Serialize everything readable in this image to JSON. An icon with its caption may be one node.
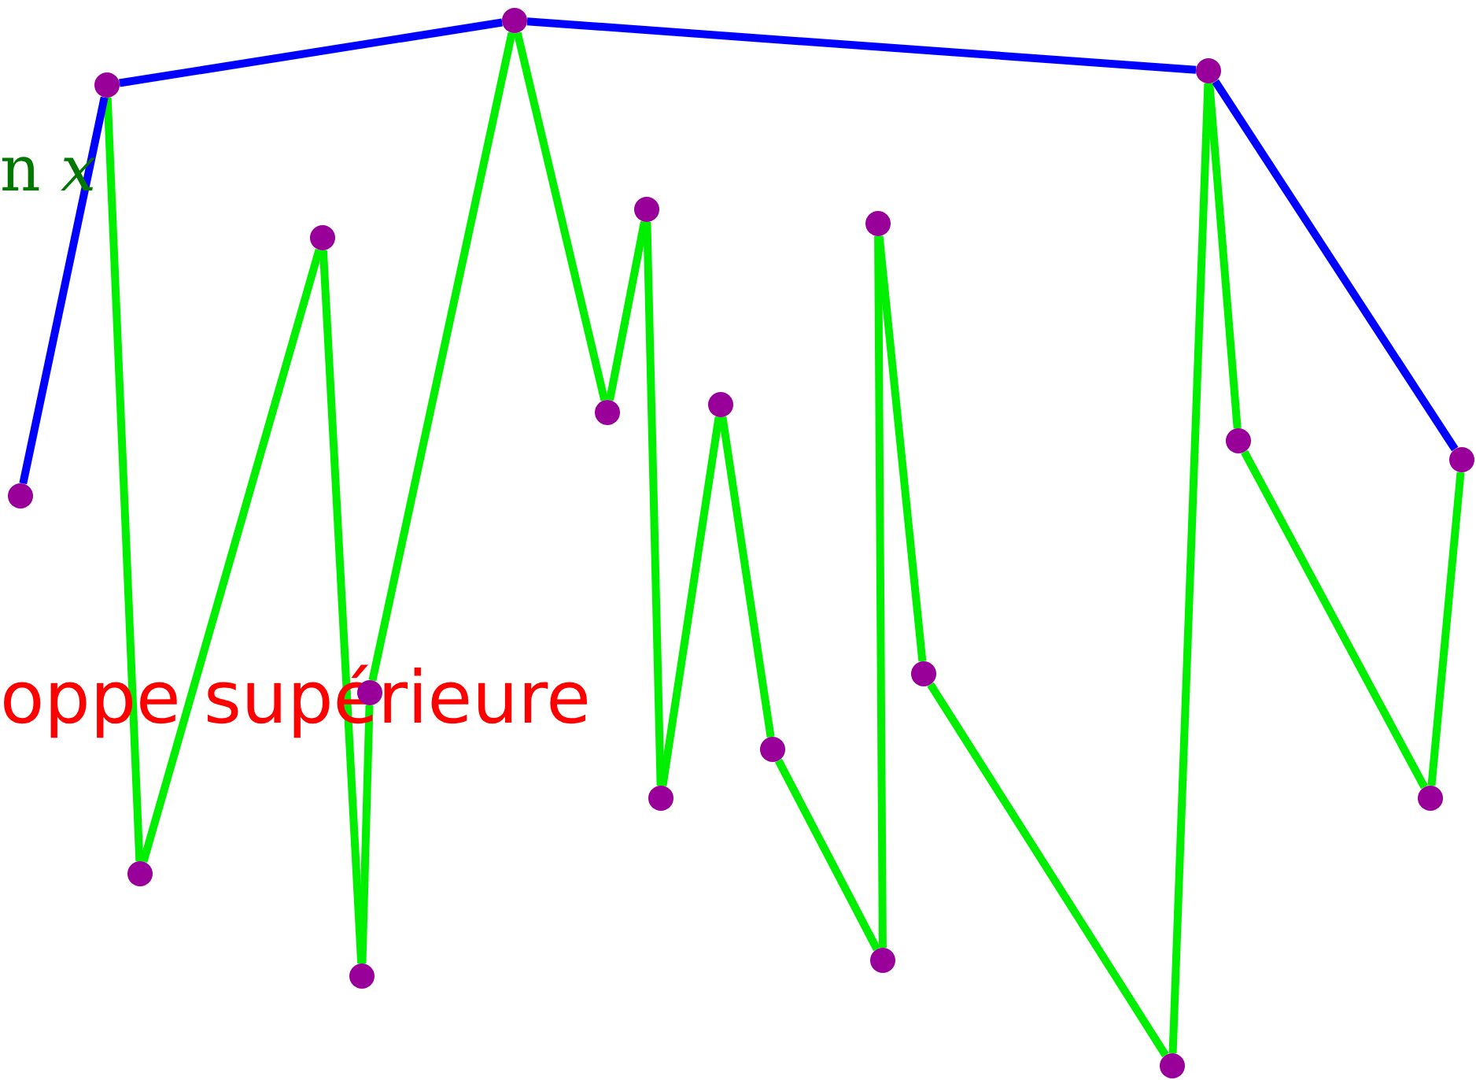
{
  "diagram": {
    "nodes": [
      {
        "text": [],
        "shape": "circle"
      },
      {
        "text": [],
        "shape": "circle"
      },
      {
        "text": [],
        "shape": "circle"
      },
      {
        "text": [],
        "shape": "circle"
      },
      {
        "text": [],
        "shape": "circle"
      },
      {
        "text": [],
        "shape": "circle"
      },
      {
        "text": [],
        "shape": "circle"
      },
      {
        "text": [],
        "shape": "circle"
      },
      {
        "text": [],
        "shape": "circle"
      },
      {
        "text": [],
        "shape": "circle"
      },
      {
        "text": [],
        "shape": "circle"
      },
      {
        "text": [],
        "shape": "circle"
      },
      {
        "text": [],
        "shape": "circle"
      },
      {
        "text": [],
        "shape": "circle"
      },
      {
        "text": [],
        "shape": "circle"
      },
      {
        "text": [],
        "shape": "circle"
      },
      {
        "text": [],
        "shape": "circle"
      },
      {
        "text": [],
        "shape": "circle"
      },
      {
        "text": [],
        "shape": "circle"
      },
      {
        "text": [],
        "shape": "circle"
      }
    ],
    "edges": [
      {
        "from": 1,
        "to": 2,
        "arrow": "none"
      },
      {
        "from": 2,
        "to": 3,
        "arrow": "none"
      },
      {
        "from": 3,
        "to": 4,
        "arrow": "none"
      },
      {
        "from": 4,
        "to": 5,
        "arrow": "none"
      },
      {
        "from": 5,
        "to": 6,
        "arrow": "none"
      },
      {
        "from": 6,
        "to": 7,
        "arrow": "none"
      },
      {
        "from": 7,
        "to": 8,
        "arrow": "none"
      },
      {
        "from": 8,
        "to": 9,
        "arrow": "none"
      },
      {
        "from": 9,
        "to": 10,
        "arrow": "none"
      },
      {
        "from": 10,
        "to": 11,
        "arrow": "none"
      },
      {
        "from": 11,
        "to": 13,
        "arrow": "none"
      },
      {
        "from": 13,
        "to": 12,
        "arrow": "none"
      },
      {
        "from": 12,
        "to": 14,
        "arrow": "none"
      },
      {
        "from": 14,
        "to": 15,
        "arrow": "none"
      },
      {
        "from": 15,
        "to": 16,
        "arrow": "none"
      },
      {
        "from": 16,
        "to": 17,
        "arrow": "none"
      },
      {
        "from": 17,
        "to": 18,
        "arrow": "none"
      },
      {
        "from": 18,
        "to": 19,
        "arrow": "none"
      },
      {
        "from": 0,
        "to": 1,
        "arrow": "none",
        "color": "#0000ff"
      },
      {
        "from": 1,
        "to": 6,
        "arrow": "none",
        "color": "#0000ff"
      },
      {
        "from": 6,
        "to": 16,
        "arrow": "none",
        "color": "#0000ff"
      },
      {
        "from": 16,
        "to": 19,
        "arrow": "none",
        "color": "#0000ff"
      }
    ],
    "labels": [
      "n *x*",
      "oppe supérieure"
    ]
  }
}
